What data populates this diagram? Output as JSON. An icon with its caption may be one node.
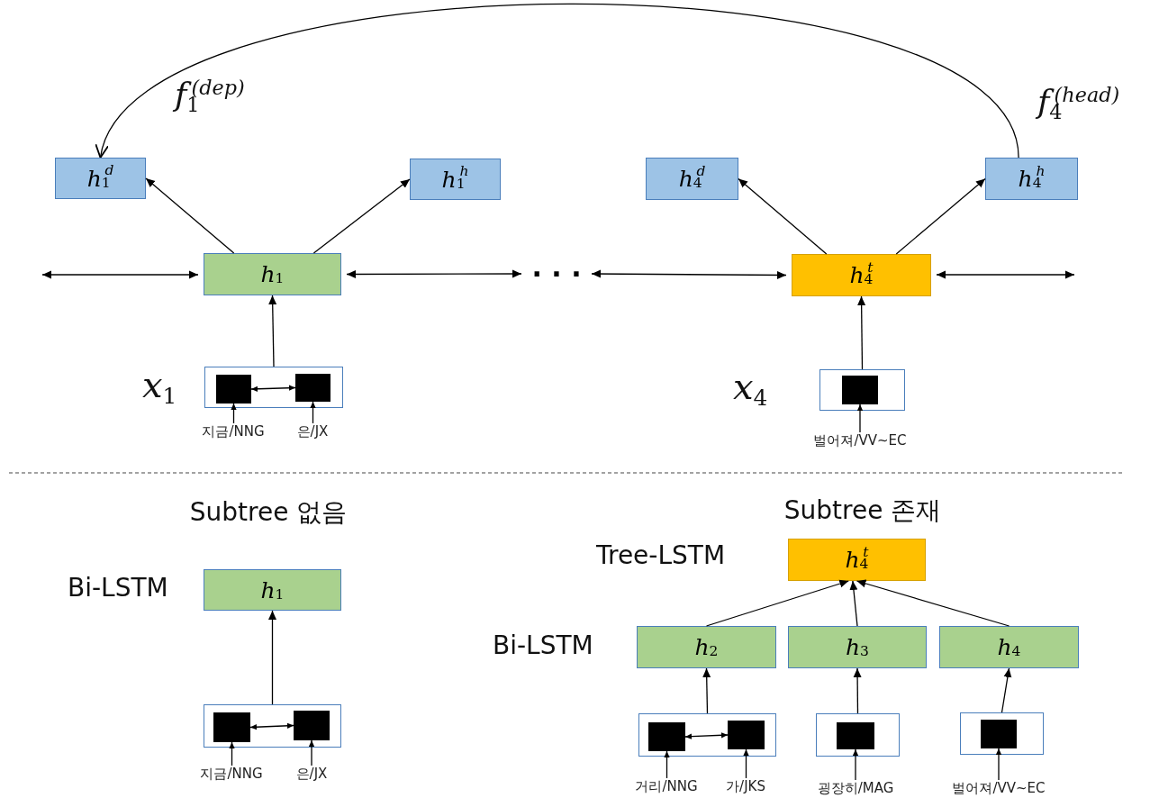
{
  "diagram": {
    "nodes": [
      {
        "text": [
          "h$_{1}$$^{d}$"
        ]
      },
      {
        "text": [
          "h$_{1}$$^{h}$"
        ]
      },
      {
        "text": [
          "h$_{4}$$^{d}$"
        ]
      },
      {
        "text": [
          "h$_{4}$$^{h}$"
        ]
      },
      {
        "text": [
          "h$_{1}$"
        ]
      },
      {
        "text": [
          "· · ·"
        ]
      },
      {
        "text": [
          "h$_{4}$$^{t}$"
        ]
      },
      {
        "text": [],
        "shape": "box",
        "beside": [
          "x$_{1}$"
        ]
      },
      {
        "text": [],
        "shape": "box",
        "in": 7
      },
      {
        "text": [],
        "shape": "box",
        "in": 7
      },
      {
        "text": [],
        "shape": "box",
        "beside": [
          "x$_{4}$"
        ]
      },
      {
        "text": [],
        "shape": "box",
        "in": 10
      },
      {
        "text": [
          "지금/NNG"
        ]
      },
      {
        "text": [
          "은/JX"
        ]
      },
      {
        "text": [
          "벌어져/VV~EC"
        ]
      },
      {
        "text": [
          "h$_{4}$$^{t}$"
        ]
      },
      {
        "text": [
          "h$_{1}$"
        ]
      },
      {
        "text": [
          "h$_{2}$"
        ]
      },
      {
        "text": [
          "h$_{3}$"
        ]
      },
      {
        "text": [
          "h$_{4}$"
        ]
      },
      {
        "text": [],
        "shape": "box"
      },
      {
        "text": [],
        "shape": "box",
        "in": 20
      },
      {
        "text": [],
        "shape": "box",
        "in": 20
      },
      {
        "text": [],
        "shape": "box"
      },
      {
        "text": [],
        "shape": "box",
        "in": 23
      },
      {
        "text": [],
        "shape": "box",
        "in": 23
      },
      {
        "text": [],
        "shape": "box"
      },
      {
        "text": [],
        "shape": "box",
        "in": 26
      },
      {
        "text": [],
        "shape": "box"
      },
      {
        "text": [],
        "shape": "box",
        "in": 28
      },
      {
        "text": [
          "지금/NNG"
        ]
      },
      {
        "text": [
          "은/JX"
        ]
      },
      {
        "text": [
          "거리/NNG"
        ]
      },
      {
        "text": [
          "가/JKS"
        ]
      },
      {
        "text": [
          "굉장히/MAG"
        ]
      },
      {
        "text": [
          "벌어져/VV~EC"
        ]
      }
    ],
    "edges": [
      {
        "from": null,
        "to": 4,
        "arrow": "both"
      },
      {
        "from": 4,
        "to": 5,
        "arrow": "both"
      },
      {
        "from": 5,
        "to": 6,
        "arrow": "both"
      },
      {
        "from": 6,
        "to": null,
        "arrow": "both"
      },
      {
        "from": 4,
        "to": 0,
        "arrow": "to"
      },
      {
        "from": 4,
        "to": 1,
        "arrow": "to"
      },
      {
        "from": 6,
        "to": 2,
        "arrow": "to"
      },
      {
        "from": 6,
        "to": 3,
        "arrow": "to"
      },
      {
        "from": 7,
        "to": 4,
        "arrow": "to"
      },
      {
        "from": 10,
        "to": 6,
        "arrow": "to"
      },
      {
        "from": 8,
        "to": 9,
        "arrow": "both"
      },
      {
        "from": 12,
        "to": 8,
        "arrow": "to"
      },
      {
        "from": 13,
        "to": 9,
        "arrow": "to"
      },
      {
        "from": 14,
        "to": 11,
        "arrow": "to"
      },
      {
        "from": 3,
        "to": 0,
        "arrow": "to"
      },
      {
        "from": 20,
        "to": 16,
        "arrow": "to"
      },
      {
        "from": 21,
        "to": 22,
        "arrow": "both"
      },
      {
        "from": 30,
        "to": 21,
        "arrow": "to"
      },
      {
        "from": 31,
        "to": 22,
        "arrow": "to"
      },
      {
        "from": 17,
        "to": 15,
        "arrow": "to"
      },
      {
        "from": 18,
        "to": 15,
        "arrow": "to"
      },
      {
        "from": 19,
        "to": 15,
        "arrow": "to"
      },
      {
        "from": 23,
        "to": 17,
        "arrow": "to"
      },
      {
        "from": 26,
        "to": 18,
        "arrow": "to"
      },
      {
        "from": 28,
        "to": 19,
        "arrow": "to"
      },
      {
        "from": 24,
        "to": 25,
        "arrow": "both"
      },
      {
        "from": 32,
        "to": 24,
        "arrow": "to"
      },
      {
        "from": 33,
        "to": 25,
        "arrow": "to"
      },
      {
        "from": 34,
        "to": 27,
        "arrow": "to"
      },
      {
        "from": 35,
        "to": 29,
        "arrow": "to"
      }
    ],
    "labels": [
      "f$_{1}$$^{(dep)}$",
      "f$_{4}$$^{(head)}$",
      "Subtree 없음",
      "Subtree 존재",
      "Tree-LSTM",
      "Bi-LSTM",
      "Bi-LSTM"
    ]
  }
}
